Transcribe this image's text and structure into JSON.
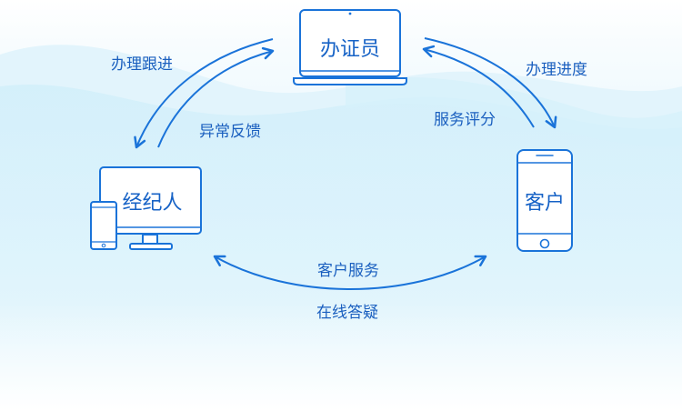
{
  "nodes": {
    "clerk": "办证员",
    "broker": "经纪人",
    "customer": "客户"
  },
  "edges": {
    "clerk_to_broker": "办理跟进",
    "broker_to_clerk": "异常反馈",
    "clerk_to_customer": "办理进度",
    "customer_to_clerk": "服务评分",
    "broker_to_customer": "客户服务",
    "customer_to_broker": "在线答疑"
  },
  "colors": {
    "accent": "#1a73d9",
    "text": "#1a5fbf",
    "wave_light": "#e9f6fc",
    "wave_dark": "#cfeefb"
  }
}
